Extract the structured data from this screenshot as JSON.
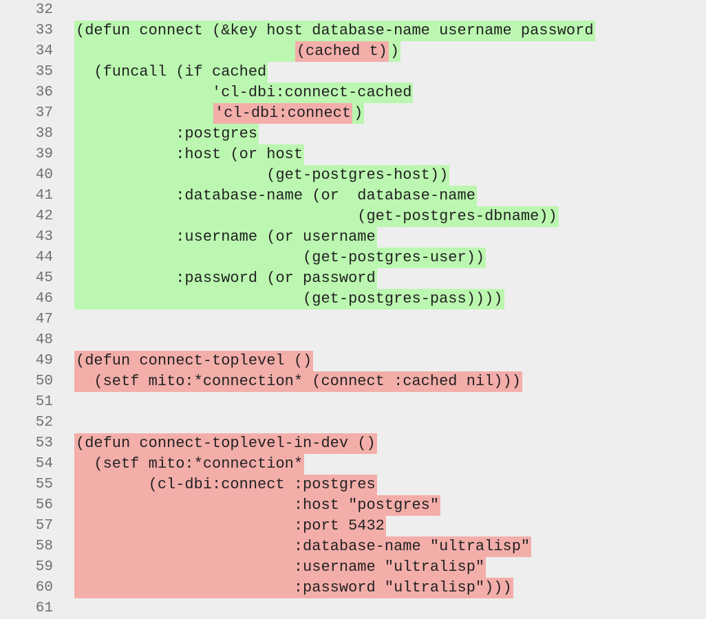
{
  "colors": {
    "background": "#eeeeee",
    "added": "#bbf7b0",
    "removed": "#f3aeaa",
    "line_number": "#6f6f6f",
    "text": "#222222"
  },
  "lines": [
    {
      "n": "32",
      "segments": []
    },
    {
      "n": "33",
      "segments": [
        {
          "text": "(defun connect (&key host database-name username password",
          "hl": "added"
        }
      ]
    },
    {
      "n": "34",
      "segments": [
        {
          "text": "                        ",
          "hl": "added"
        },
        {
          "text": "(cached t)",
          "hl": "removed"
        },
        {
          "text": ")",
          "hl": "added"
        }
      ]
    },
    {
      "n": "35",
      "segments": [
        {
          "text": "  (funcall (if cached",
          "hl": "added"
        }
      ]
    },
    {
      "n": "36",
      "segments": [
        {
          "text": "               'cl-dbi:connect-cached",
          "hl": "added"
        }
      ]
    },
    {
      "n": "37",
      "segments": [
        {
          "text": "               ",
          "hl": "added"
        },
        {
          "text": "'cl-dbi:connect",
          "hl": "removed"
        },
        {
          "text": ")",
          "hl": "added"
        }
      ]
    },
    {
      "n": "38",
      "segments": [
        {
          "text": "           :postgres",
          "hl": "added"
        }
      ]
    },
    {
      "n": "39",
      "segments": [
        {
          "text": "           :host (or host",
          "hl": "added"
        }
      ]
    },
    {
      "n": "40",
      "segments": [
        {
          "text": "                     (get-postgres-host))",
          "hl": "added"
        }
      ]
    },
    {
      "n": "41",
      "segments": [
        {
          "text": "           :database-name (or  database-name",
          "hl": "added"
        }
      ]
    },
    {
      "n": "42",
      "segments": [
        {
          "text": "                               (get-postgres-dbname))",
          "hl": "added"
        }
      ]
    },
    {
      "n": "43",
      "segments": [
        {
          "text": "           :username (or username",
          "hl": "added"
        }
      ]
    },
    {
      "n": "44",
      "segments": [
        {
          "text": "                         (get-postgres-user))",
          "hl": "added"
        }
      ]
    },
    {
      "n": "45",
      "segments": [
        {
          "text": "           :password (or password",
          "hl": "added"
        }
      ]
    },
    {
      "n": "46",
      "segments": [
        {
          "text": "                         (get-postgres-pass))))",
          "hl": "added"
        }
      ]
    },
    {
      "n": "47",
      "segments": []
    },
    {
      "n": "48",
      "segments": []
    },
    {
      "n": "49",
      "segments": [
        {
          "text": "(defun connect-toplevel ()",
          "hl": "removed"
        }
      ]
    },
    {
      "n": "50",
      "segments": [
        {
          "text": "  (setf mito:*connection* (connect :cached nil)))",
          "hl": "removed"
        }
      ]
    },
    {
      "n": "51",
      "segments": []
    },
    {
      "n": "52",
      "segments": []
    },
    {
      "n": "53",
      "segments": [
        {
          "text": "(defun connect-toplevel-in-dev ()",
          "hl": "removed"
        }
      ]
    },
    {
      "n": "54",
      "segments": [
        {
          "text": "  (setf mito:*connection*",
          "hl": "removed"
        }
      ]
    },
    {
      "n": "55",
      "segments": [
        {
          "text": "        (cl-dbi:connect :postgres",
          "hl": "removed"
        }
      ]
    },
    {
      "n": "56",
      "segments": [
        {
          "text": "                        :host \"postgres\"",
          "hl": "removed"
        }
      ]
    },
    {
      "n": "57",
      "segments": [
        {
          "text": "                        :port 5432",
          "hl": "removed"
        }
      ]
    },
    {
      "n": "58",
      "segments": [
        {
          "text": "                        :database-name \"ultralisp\"",
          "hl": "removed"
        }
      ]
    },
    {
      "n": "59",
      "segments": [
        {
          "text": "                        :username \"ultralisp\"",
          "hl": "removed"
        }
      ]
    },
    {
      "n": "60",
      "segments": [
        {
          "text": "                        :password \"ultralisp\")))",
          "hl": "removed"
        }
      ]
    },
    {
      "n": "61",
      "segments": []
    }
  ]
}
